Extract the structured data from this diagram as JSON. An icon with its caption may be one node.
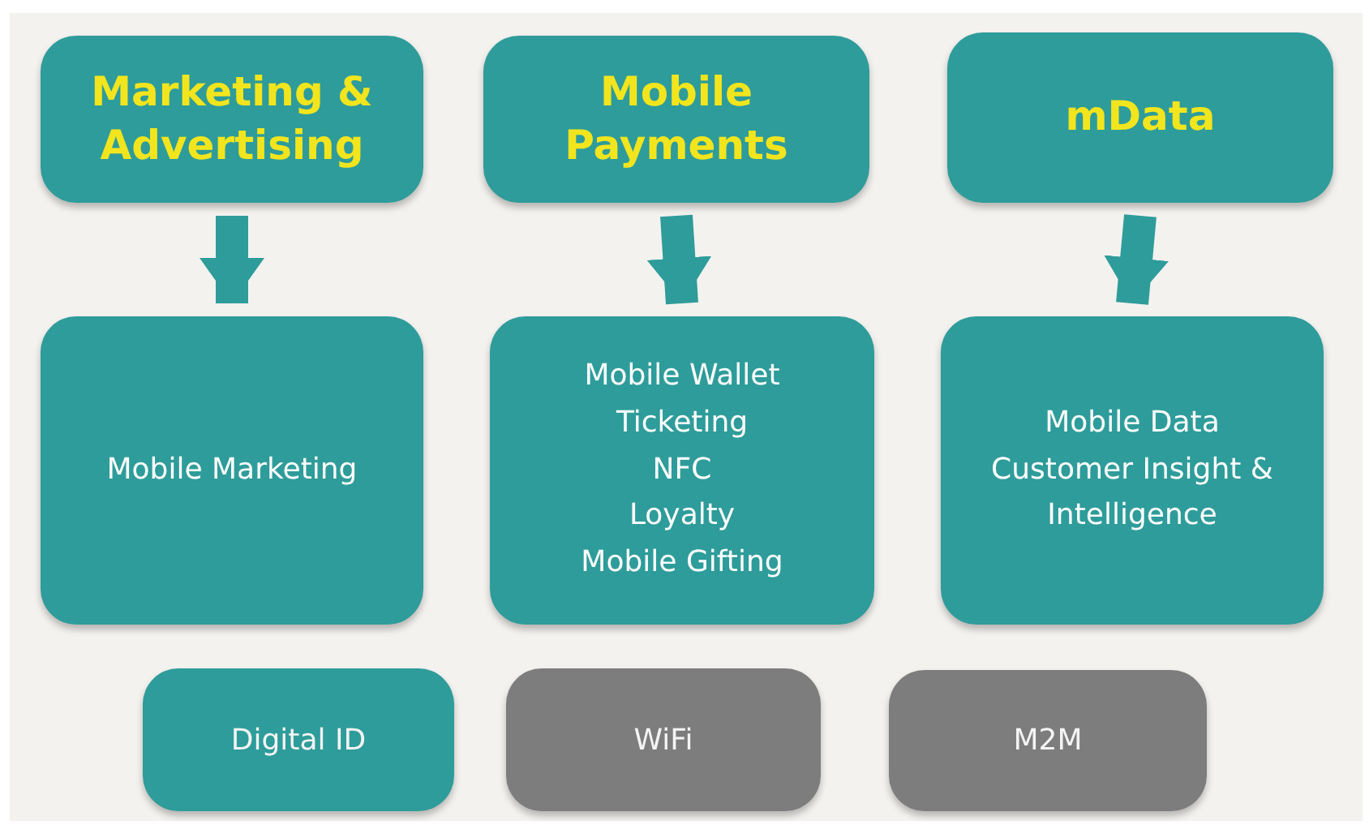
{
  "diagram": {
    "nodes": [
      {
        "text": [
          "Marketing & Advertising"
        ]
      },
      {
        "text": [
          "Mobile Payments"
        ]
      },
      {
        "text": [
          "mData"
        ]
      },
      {
        "text": [
          "Mobile Marketing"
        ]
      },
      {
        "text": [
          "Mobile Wallet",
          "Ticketing",
          "NFC",
          "Loyalty",
          "Mobile Gifting"
        ]
      },
      {
        "text": [
          "Mobile Data",
          "Customer Insight & Intelligence"
        ]
      },
      {
        "text": [
          "Digital ID"
        ]
      },
      {
        "text": [
          "WiFi"
        ]
      },
      {
        "text": [
          "M2M"
        ]
      }
    ],
    "edges": [
      {
        "from": 0,
        "to": 3,
        "arrow": "to"
      },
      {
        "from": 1,
        "to": 4,
        "arrow": "to"
      },
      {
        "from": 2,
        "to": 5,
        "arrow": "to"
      }
    ]
  }
}
